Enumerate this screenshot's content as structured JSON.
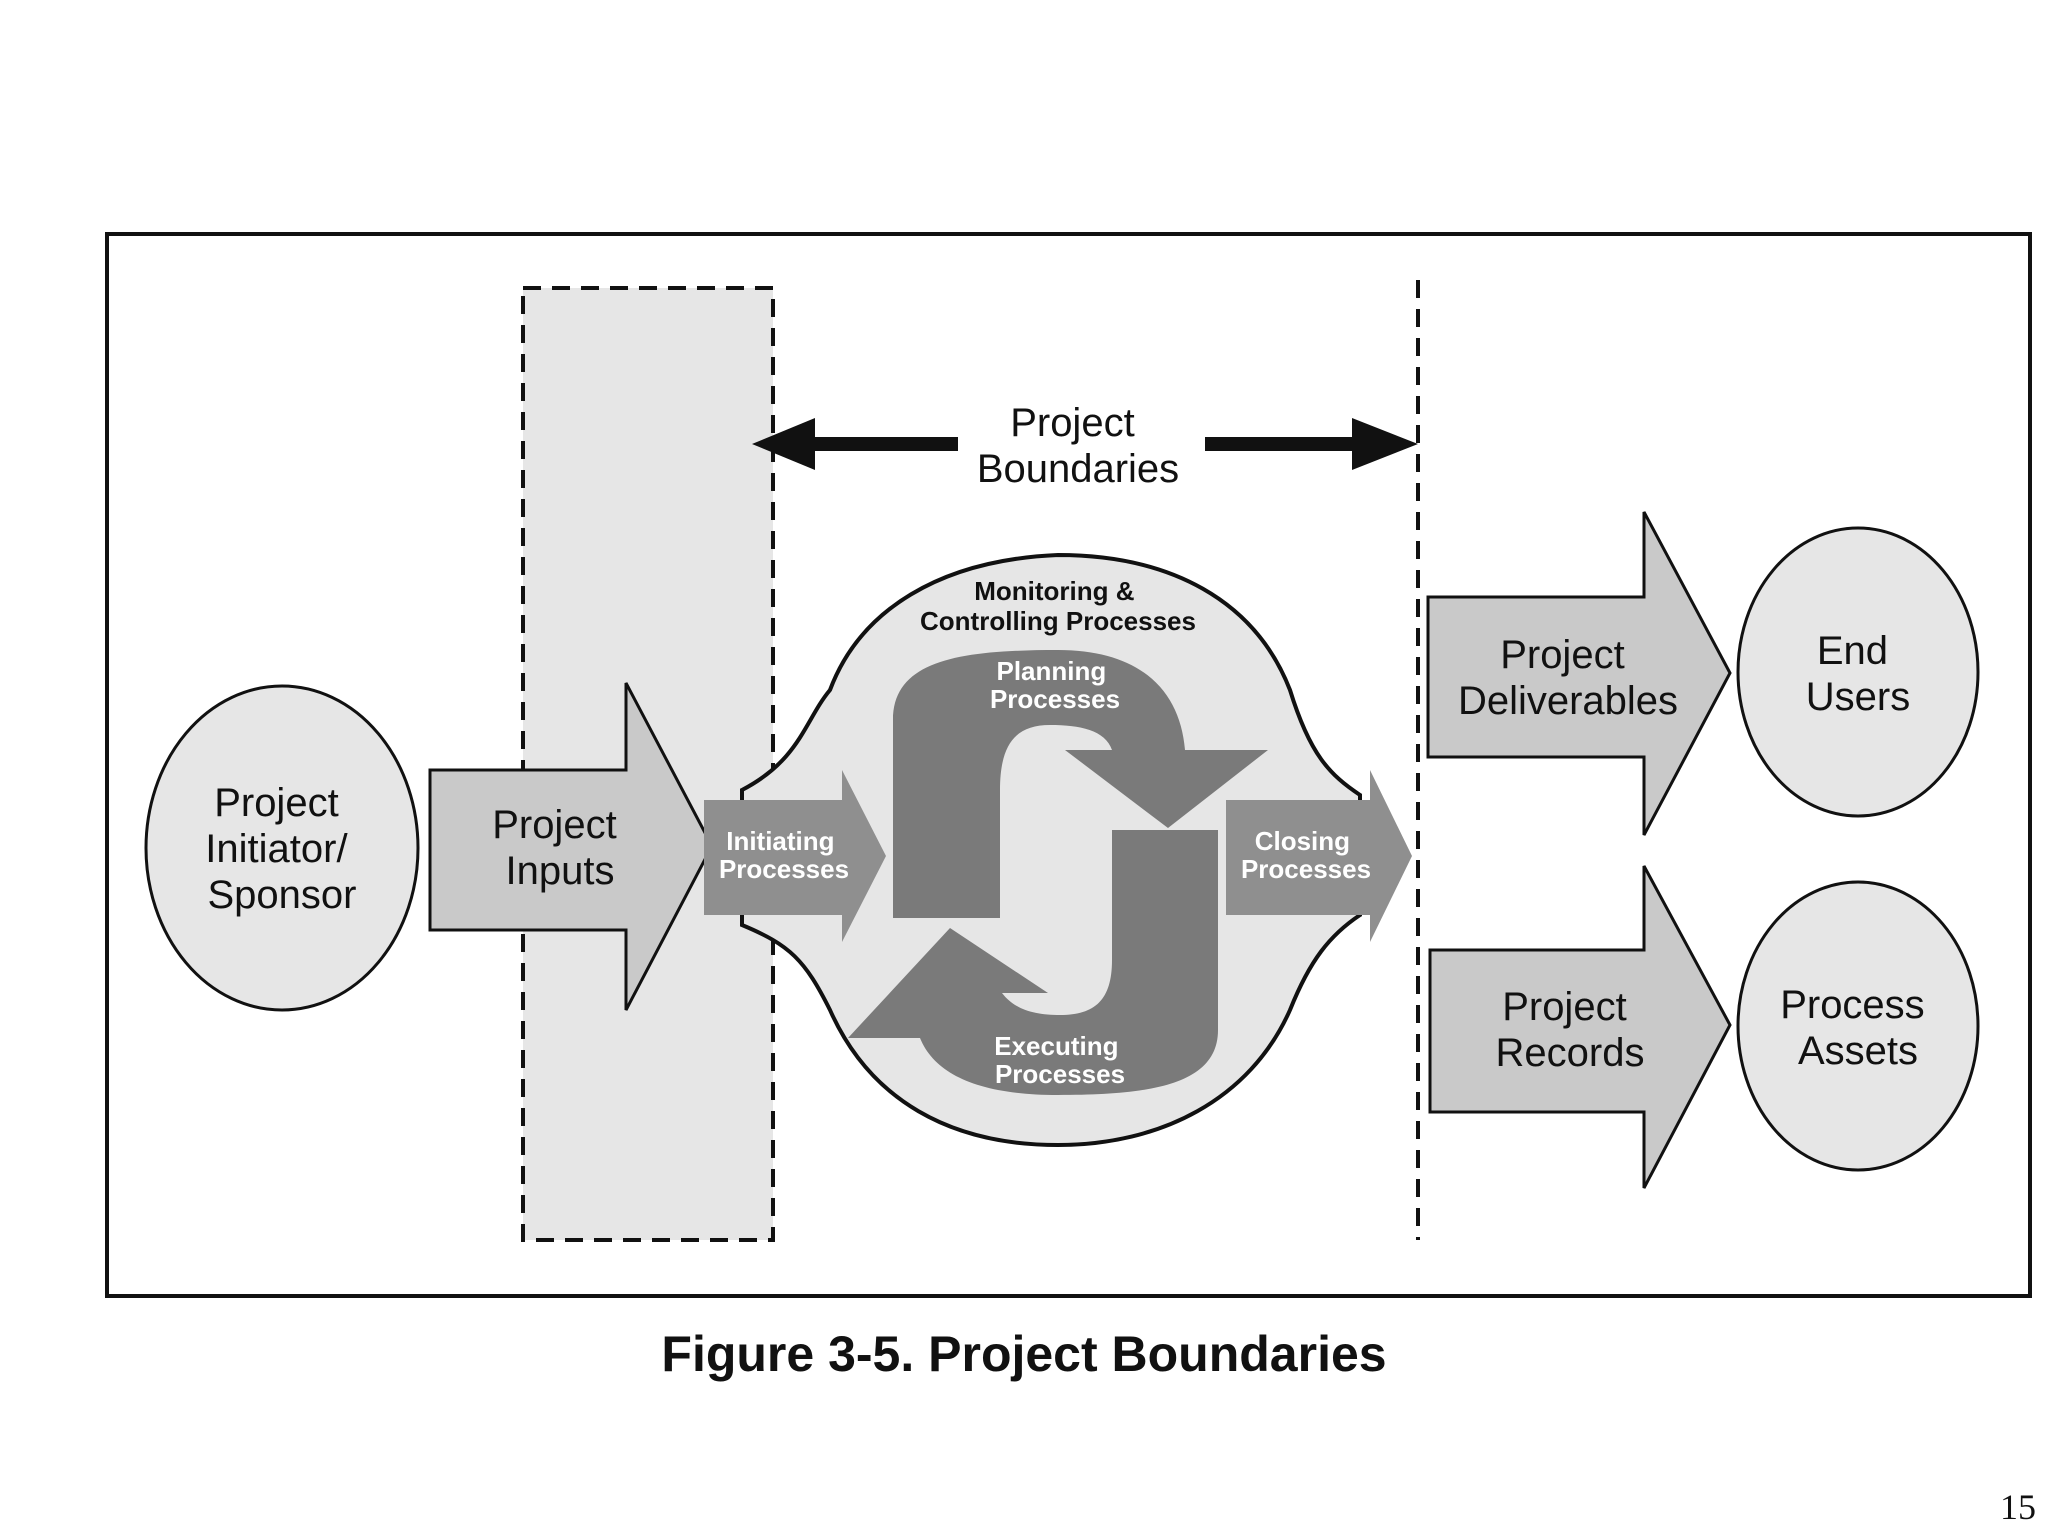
{
  "diagram": {
    "project_boundaries_label": [
      "Project",
      "Boundaries"
    ],
    "sponsor_label": [
      "Project",
      "Initiator/",
      "Sponsor"
    ],
    "inputs_label": [
      "Project",
      "Inputs"
    ],
    "monitoring_label": [
      "Monitoring &",
      "Controlling Processes"
    ],
    "planning_label": [
      "Planning",
      "Processes"
    ],
    "initiating_label": [
      "Initiating",
      "Processes"
    ],
    "executing_label": [
      "Executing",
      "Processes"
    ],
    "closing_label": [
      "Closing",
      "Processes"
    ],
    "deliverables_label": [
      "Project",
      "Deliverables"
    ],
    "end_users_label": [
      "End",
      "Users"
    ],
    "records_label": [
      "Project",
      "Records"
    ],
    "process_assets_label": [
      "Process",
      "Assets"
    ]
  },
  "caption": "Figure 3-5. Project Boundaries",
  "page_number": "15",
  "colors": {
    "light_fill": "#e6e6e6",
    "arrow_fill": "#c9c9c9",
    "process_dark": "#7a7a7a",
    "process_mid": "#8f8f8f",
    "stroke": "#111111"
  }
}
